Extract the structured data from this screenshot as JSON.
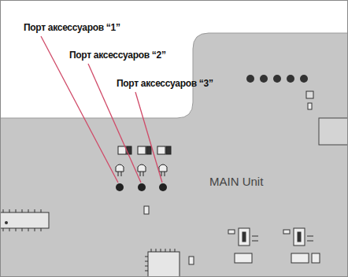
{
  "diagram": {
    "labels": [
      "Порт аксессуаров “1”",
      "Порт аксессуаров “2”",
      "Порт аксессуаров “3”",
      "MAIN Unit"
    ]
  }
}
